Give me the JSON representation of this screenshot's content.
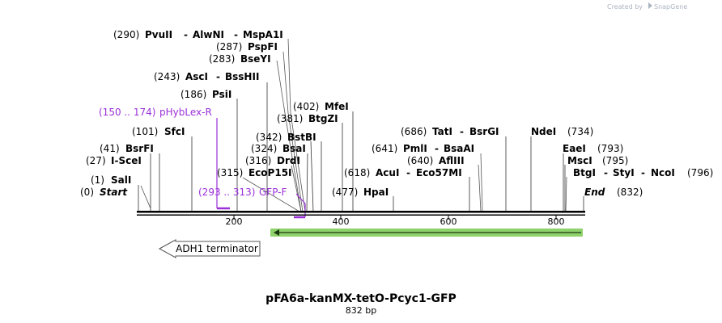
{
  "credit": {
    "prefix": "Created by",
    "brand": "SnapGene"
  },
  "title": "pFA6a-kanMX-tetO-Pcyc1-GFP",
  "subtitle": "832 bp",
  "sequence_length": 832,
  "ends": [
    {
      "pos": "(0)",
      "name": "Start"
    },
    {
      "pos": "(832)",
      "name": "End"
    }
  ],
  "sites": [
    {
      "pos": "(290)",
      "names": [
        "PvuII",
        "AlwNI",
        "MspA1I"
      ]
    },
    {
      "pos": "(287)",
      "names": [
        "PspFI"
      ]
    },
    {
      "pos": "(283)",
      "names": [
        "BseYI"
      ]
    },
    {
      "pos": "(243)",
      "names": [
        "AscI",
        "BssHII"
      ]
    },
    {
      "pos": "(186)",
      "names": [
        "PsiI"
      ]
    },
    {
      "pos": "(101)",
      "names": [
        "SfcI"
      ]
    },
    {
      "pos": "(41)",
      "names": [
        "BsrFI"
      ]
    },
    {
      "pos": "(27)",
      "names": [
        "I-SceI"
      ]
    },
    {
      "pos": "(1)",
      "names": [
        "SalI"
      ]
    },
    {
      "pos": "(402)",
      "names": [
        "MfeI"
      ]
    },
    {
      "pos": "(381)",
      "names": [
        "BtgZI"
      ]
    },
    {
      "pos": "(342)",
      "names": [
        "BstBI"
      ]
    },
    {
      "pos": "(324)",
      "names": [
        "BsaI"
      ]
    },
    {
      "pos": "(316)",
      "names": [
        "DrdI"
      ]
    },
    {
      "pos": "(315)",
      "names": [
        "EcoP15I"
      ]
    },
    {
      "pos": "(686)",
      "names": [
        "TatI",
        "BsrGI"
      ]
    },
    {
      "pos": "(734)",
      "names": [
        "NdeI"
      ]
    },
    {
      "pos": "(641)",
      "names": [
        "PmlI",
        "BsaAI"
      ]
    },
    {
      "pos": "(793)",
      "names": [
        "EaeI"
      ]
    },
    {
      "pos": "(640)",
      "names": [
        "AflIII"
      ]
    },
    {
      "pos": "(795)",
      "names": [
        "MscI"
      ]
    },
    {
      "pos": "(618)",
      "names": [
        "AcuI",
        "Eco57MI"
      ]
    },
    {
      "pos": "(796)",
      "names": [
        "BtgI",
        "StyI",
        "NcoI"
      ]
    },
    {
      "pos": "(477)",
      "names": [
        "HpaI"
      ]
    }
  ],
  "primers": [
    {
      "range": "(150 .. 174)",
      "name": "pHybLex-R"
    },
    {
      "range": "(293 .. 313)",
      "name": "GFP-F"
    }
  ],
  "ruler_ticks": [
    "200",
    "400",
    "600",
    "800"
  ],
  "features": [
    {
      "name": "ADH1 terminator",
      "direction": "reverse"
    },
    {
      "name": "",
      "direction": "reverse",
      "color": "#8fd16a"
    }
  ],
  "colors": {
    "primer": "#9b30d9",
    "feature_green": "#8fd16a",
    "credit": "#aab4c0"
  }
}
